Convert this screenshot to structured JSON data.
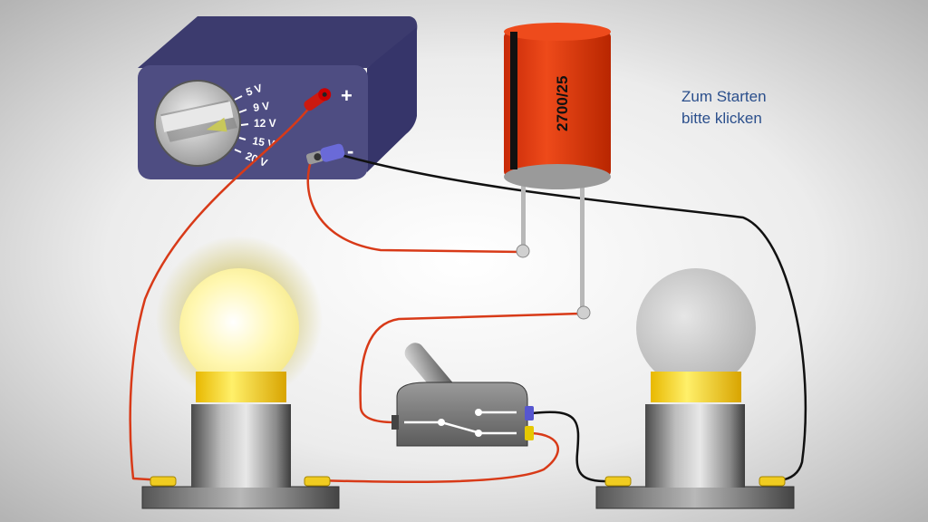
{
  "power_supply": {
    "voltage_ticks": [
      "5 V",
      "9 V",
      "12 V",
      "15 V",
      "20 V"
    ],
    "plus_label": "+",
    "minus_label": "-"
  },
  "capacitor": {
    "label": "2700/25"
  },
  "start_hint": {
    "line1": "Zum Starten",
    "line2": "bitte klicken"
  },
  "lamps": {
    "left_state": "on",
    "right_state": "off"
  },
  "colors": {
    "case": "#4e4d82",
    "capacitor": "#e03a10",
    "wire_red": "#d83a18",
    "wire_black": "#111111",
    "lamp_on": "#fff6a8",
    "lamp_off": "#c8c8c8",
    "hint_text": "#2b4f8c"
  },
  "icons": {
    "knob": "rotary-knob-icon",
    "plug_red": "red-banana-plug-icon",
    "plug_blue": "blue-banana-plug-icon"
  }
}
